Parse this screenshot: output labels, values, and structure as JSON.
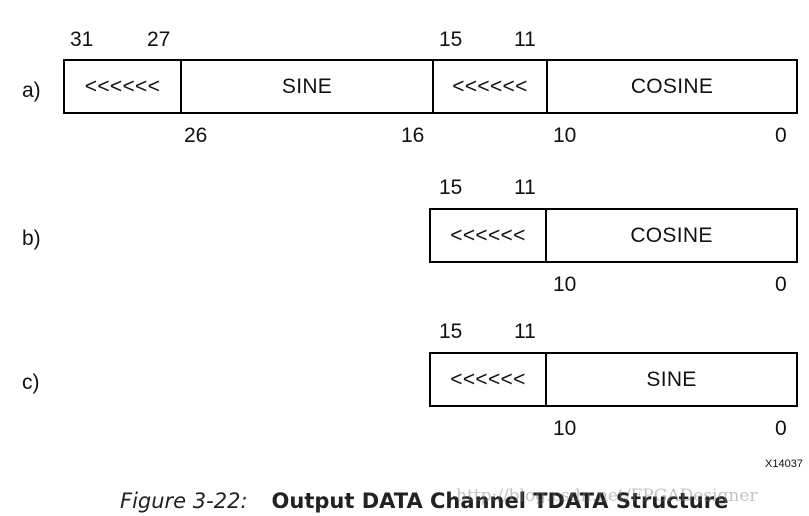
{
  "rows": {
    "a": {
      "label": "a)",
      "top_bits": {
        "b31": "31",
        "b27": "27",
        "b15": "15",
        "b11": "11"
      },
      "bottom_bits": {
        "b26": "26",
        "b16": "16",
        "b10": "10",
        "b0": "0"
      },
      "fields": [
        "<<<<<<",
        "SINE",
        "<<<<<<",
        "COSINE"
      ]
    },
    "b": {
      "label": "b)",
      "top_bits": {
        "b15": "15",
        "b11": "11"
      },
      "bottom_bits": {
        "b10": "10",
        "b0": "0"
      },
      "fields": [
        "<<<<<<",
        "COSINE"
      ]
    },
    "c": {
      "label": "c)",
      "top_bits": {
        "b15": "15",
        "b11": "11"
      },
      "bottom_bits": {
        "b10": "10",
        "b0": "0"
      },
      "fields": [
        "<<<<<<",
        "SINE"
      ]
    }
  },
  "figure_id": "X14037",
  "caption": {
    "number": "Figure 3-22:",
    "title": "Output DATA Channel TDATA Structure"
  },
  "watermark": "http://blog.csdn.net/FPGADesigner"
}
